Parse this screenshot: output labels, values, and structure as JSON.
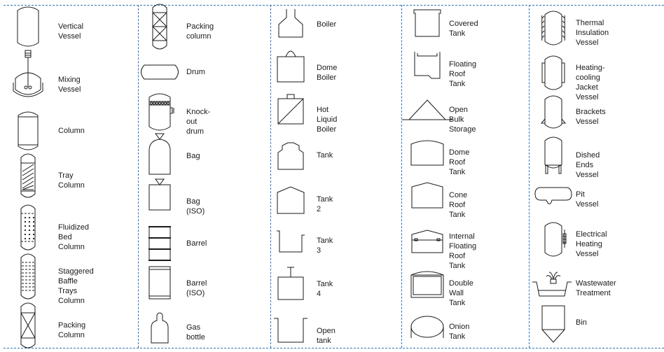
{
  "colors": {
    "border": "#2e75b6",
    "stroke": "#1a1a1a"
  },
  "columns": [
    {
      "items": [
        {
          "label": "Vertical Vessel",
          "symbol": "vertical-vessel"
        },
        {
          "label": "Mixing Vessel",
          "symbol": "mixing-vessel"
        },
        {
          "label": "Column",
          "symbol": "column"
        },
        {
          "label": "Tray Column",
          "symbol": "tray-column"
        },
        {
          "label": "Fluidized Bed Column",
          "symbol": "fluidized-bed-column"
        },
        {
          "label": "Staggered Baffle\nTrays Column",
          "symbol": "staggered-baffle-trays-column"
        },
        {
          "label": "Packing Column",
          "symbol": "packing-column"
        }
      ]
    },
    {
      "items": [
        {
          "label": "Packing column",
          "symbol": "packing-column-double"
        },
        {
          "label": "Drum",
          "symbol": "drum"
        },
        {
          "label": "Knock-out drum",
          "symbol": "knock-out-drum"
        },
        {
          "label": "Bag",
          "symbol": "bag"
        },
        {
          "label": "Bag (ISO)",
          "symbol": "bag-iso"
        },
        {
          "label": "Barrel",
          "symbol": "barrel"
        },
        {
          "label": "Barrel (ISO)",
          "symbol": "barrel-iso"
        },
        {
          "label": "Gas bottle",
          "symbol": "gas-bottle"
        }
      ]
    },
    {
      "items": [
        {
          "label": "Boiler",
          "symbol": "boiler"
        },
        {
          "label": "Dome Boiler",
          "symbol": "dome-boiler"
        },
        {
          "label": "Hot Liquid Boiler",
          "symbol": "hot-liquid-boiler"
        },
        {
          "label": "Tank",
          "symbol": "tank"
        },
        {
          "label": "Tank 2",
          "symbol": "tank-2"
        },
        {
          "label": "Tank 3",
          "symbol": "tank-3"
        },
        {
          "label": "Tank 4",
          "symbol": "tank-4"
        },
        {
          "label": "Open tank",
          "symbol": "open-tank"
        }
      ]
    },
    {
      "items": [
        {
          "label": "Covered Tank",
          "symbol": "covered-tank"
        },
        {
          "label": "Floating Roof Tank",
          "symbol": "floating-roof-tank"
        },
        {
          "label": "Open Bulk Storage",
          "symbol": "open-bulk-storage"
        },
        {
          "label": "Dome Roof Tank",
          "symbol": "dome-roof-tank"
        },
        {
          "label": "Cone Roof Tank",
          "symbol": "cone-roof-tank"
        },
        {
          "label": "Internal Floating\nRoof Tank",
          "symbol": "internal-floating-roof-tank"
        },
        {
          "label": "Double Wall Tank",
          "symbol": "double-wall-tank"
        },
        {
          "label": "Onion Tank",
          "symbol": "onion-tank"
        }
      ]
    },
    {
      "items": [
        {
          "label": "Thermal Insulation\nVessel",
          "symbol": "thermal-insulation-vessel"
        },
        {
          "label": "Heating-cooling\nJacket Vessel",
          "symbol": "heating-cooling-jacket-vessel"
        },
        {
          "label": "Brackets Vessel",
          "symbol": "brackets-vessel"
        },
        {
          "label": "Dished Ends Vessel",
          "symbol": "dished-ends-vessel"
        },
        {
          "label": "Pit Vessel",
          "symbol": "pit-vessel"
        },
        {
          "label": "Electrical Heating\nVessel",
          "symbol": "electrical-heating-vessel"
        },
        {
          "label": "Wastewater Treatment",
          "symbol": "wastewater-treatment"
        },
        {
          "label": "Bin",
          "symbol": "bin"
        }
      ]
    }
  ]
}
